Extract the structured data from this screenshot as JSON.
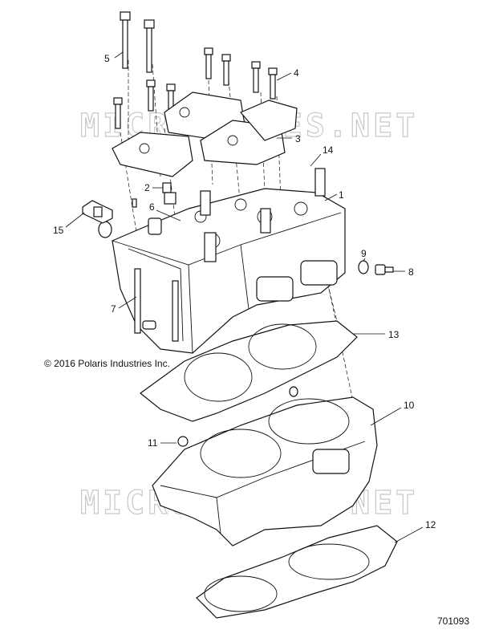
{
  "copyright": "© 2016 Polaris Industries Inc.",
  "part_number": "701093",
  "watermark": "MICROFICHES.NET",
  "callouts": [
    "1",
    "2",
    "3",
    "4",
    "5",
    "6",
    "7",
    "8",
    "9",
    "10",
    "11",
    "12",
    "13",
    "14",
    "15"
  ]
}
